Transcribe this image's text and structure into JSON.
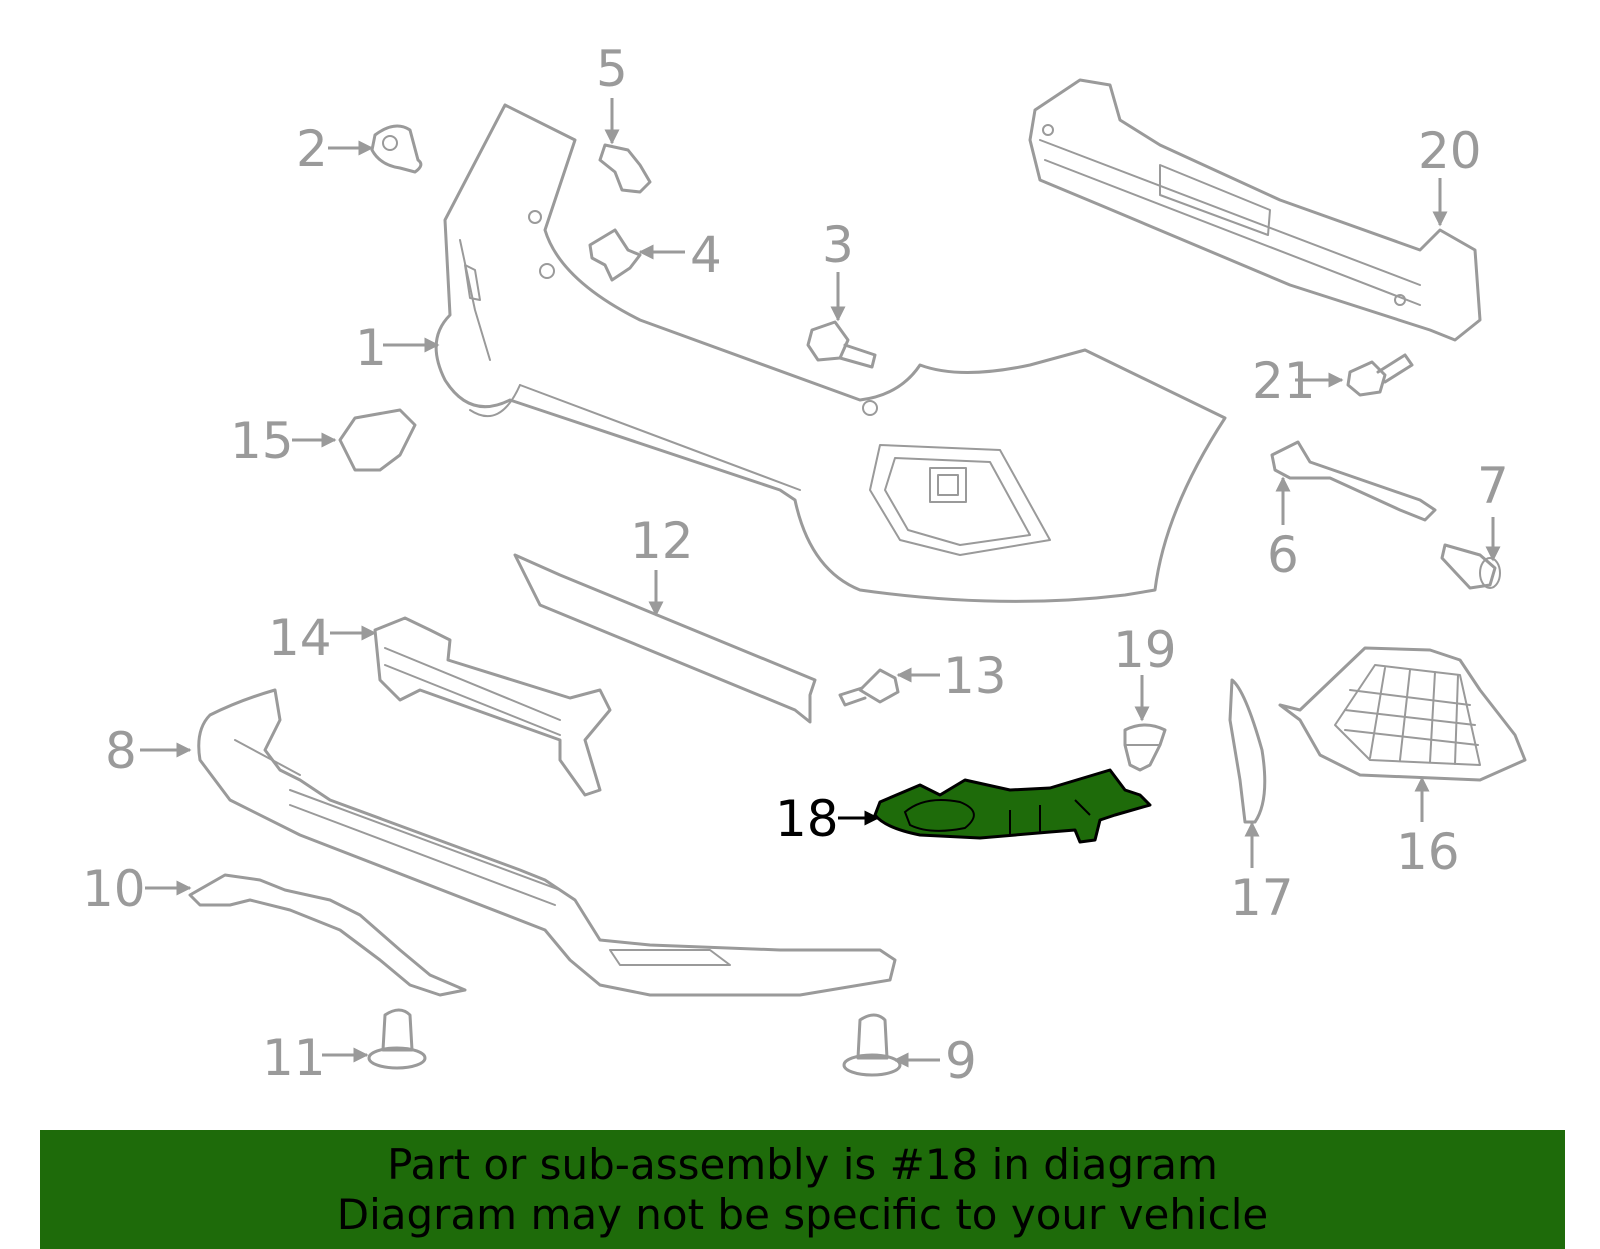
{
  "diagram": {
    "highlight_color": "#1e6b0a",
    "line_color": "#9a9a9a",
    "highlighted_part": "18",
    "callouts": [
      "1",
      "2",
      "3",
      "4",
      "5",
      "6",
      "7",
      "8",
      "9",
      "10",
      "11",
      "12",
      "13",
      "14",
      "15",
      "16",
      "17",
      "18",
      "19",
      "20",
      "21"
    ]
  },
  "banner": {
    "background": "#1e6b0a",
    "line1": "Part or sub-assembly is #18 in diagram",
    "line2": "Diagram may not be specific to your vehicle"
  }
}
